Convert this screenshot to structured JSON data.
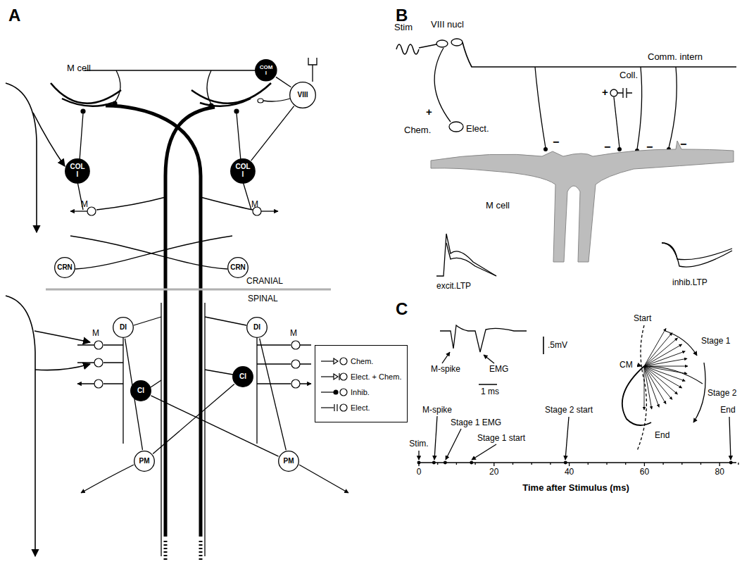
{
  "diagram": {
    "nodes": [
      {
        "text": [
          "COM I"
        ]
      },
      {
        "text": [
          "VIII"
        ]
      },
      {
        "text": [
          "COL I"
        ]
      },
      {
        "text": [
          "COL I"
        ]
      },
      {
        "text": [
          "CRN"
        ]
      },
      {
        "text": [
          "CRN"
        ]
      },
      {
        "text": [
          "DI"
        ]
      },
      {
        "text": [
          "DI"
        ]
      },
      {
        "text": [
          "CI"
        ]
      },
      {
        "text": [
          "CI"
        ]
      },
      {
        "text": [
          "PM"
        ]
      },
      {
        "text": [
          "PM"
        ]
      }
    ],
    "edges": [
      {
        "from": 1,
        "to": 0,
        "arrow": "none"
      },
      {
        "from": 1,
        "to": 3,
        "arrow": "none"
      },
      {
        "from": 6,
        "to": 10,
        "arrow": "none"
      },
      {
        "from": 7,
        "to": 11,
        "arrow": "none"
      },
      {
        "from": 8,
        "to": 11,
        "arrow": "none"
      },
      {
        "from": 9,
        "to": 10,
        "arrow": "none"
      }
    ],
    "labels": [
      "A",
      "M cell",
      "M",
      "M",
      "CRANIAL",
      "SPINAL",
      "M",
      "M",
      "B",
      "Stim",
      "VIII nucl",
      "Comm. intern",
      "+",
      "Chem.",
      "Elect.",
      "+",
      "Coll.",
      "−",
      "−",
      "−",
      "−",
      "M cell",
      "excit.LTP",
      "inhib.LTP",
      "C",
      "M-spike",
      "EMG",
      ".5mV",
      "1 ms",
      "Start",
      "Stage 1",
      "CM",
      "Stage 2",
      "End",
      "Stim.",
      "M-spike",
      "Stage 1 EMG",
      "Stage 1 start",
      "Stage 2 start",
      "End",
      "0",
      "20",
      "40",
      "60",
      "80",
      "Time after Stimulus (ms)"
    ],
    "legend": [
      {
        "text": "Chem."
      },
      {
        "text": "Elect. + Chem."
      },
      {
        "text": "Inhib."
      },
      {
        "text": "Elect."
      }
    ]
  }
}
